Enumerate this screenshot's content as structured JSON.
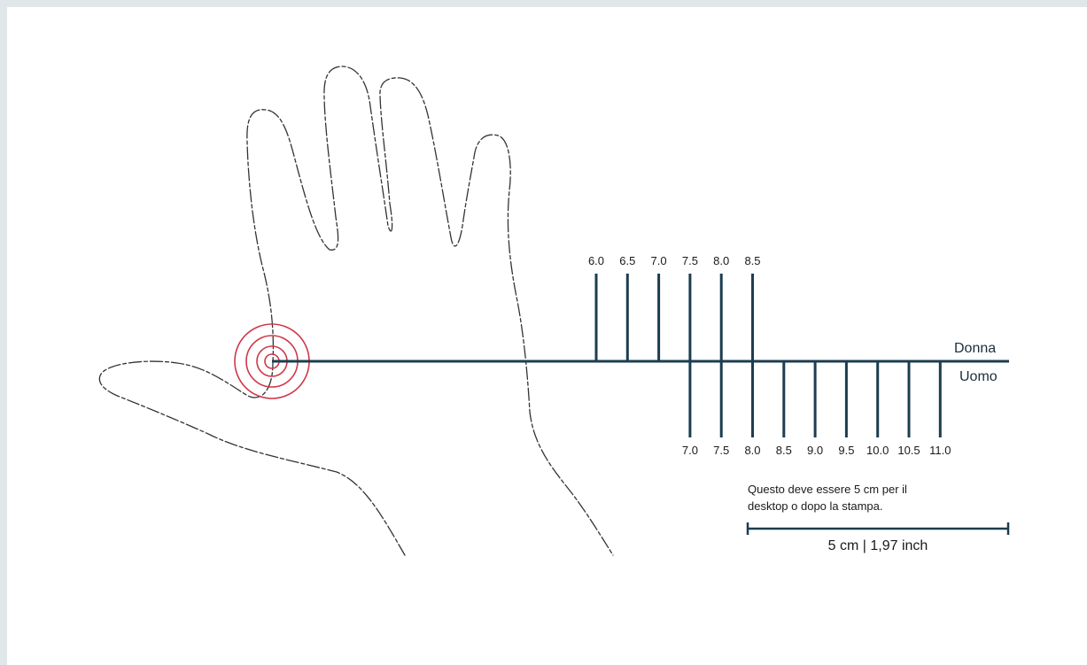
{
  "colors": {
    "ruler": "#1c3d50",
    "spiral": "#d0364a",
    "hand_outline": "#333333",
    "background": "#e1e7e8",
    "card": "#ffffff"
  },
  "labels": {
    "top_side": "Donna",
    "bottom_side": "Uomo",
    "note_line1": "Questo deve essere 5 cm per il",
    "note_line2": "desktop o dopo la stampa.",
    "scale": "5 cm | 1,97 inch"
  },
  "donna_sizes": [
    "6.0",
    "6.5",
    "7.0",
    "7.5",
    "8.0",
    "8.5"
  ],
  "uomo_sizes": [
    "7.0",
    "7.5",
    "8.0",
    "8.5",
    "9.0",
    "9.5",
    "10.0",
    "10.5",
    "11.0"
  ],
  "icons": {
    "hand": "hand-outline-icon",
    "spiral": "target-spiral-icon"
  }
}
